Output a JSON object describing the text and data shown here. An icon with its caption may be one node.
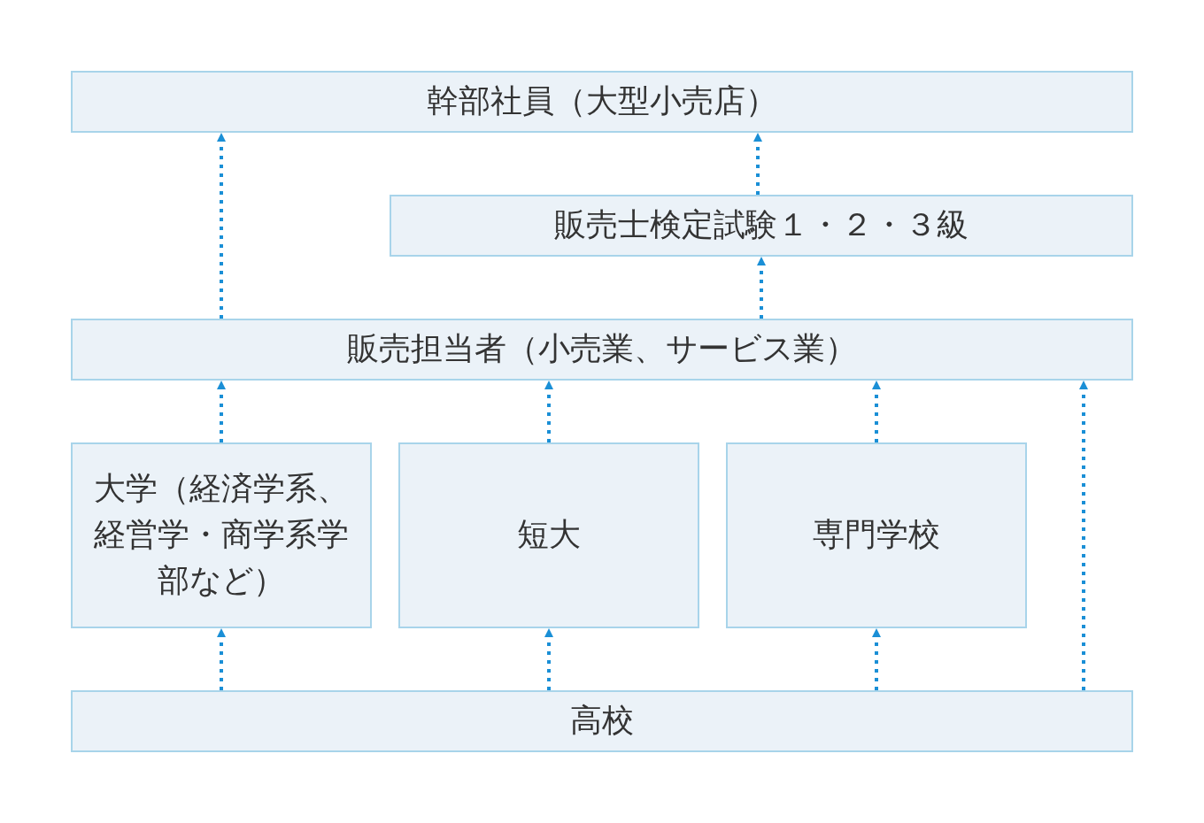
{
  "diagram": {
    "nodes": [
      {
        "text": [
          "幹部社員（大型小売店）"
        ]
      },
      {
        "text": [
          "販売士検定試験１・２・３級"
        ]
      },
      {
        "text": [
          "販売担当者（小売業、サービス業）"
        ]
      },
      {
        "text": [
          "大学（経済学系、経営学・商学系学部など）"
        ]
      },
      {
        "text": [
          "短大"
        ]
      },
      {
        "text": [
          "専門学校"
        ]
      },
      {
        "text": [
          "高校"
        ]
      }
    ],
    "edges": [
      {
        "from": 2,
        "to": 0,
        "arrow": "to",
        "style": "dashed"
      },
      {
        "from": 1,
        "to": 0,
        "arrow": "to",
        "style": "dashed"
      },
      {
        "from": 2,
        "to": 1,
        "arrow": "to",
        "style": "dashed"
      },
      {
        "from": 3,
        "to": 2,
        "arrow": "to",
        "style": "dashed"
      },
      {
        "from": 4,
        "to": 2,
        "arrow": "to",
        "style": "dashed"
      },
      {
        "from": 5,
        "to": 2,
        "arrow": "to",
        "style": "dashed"
      },
      {
        "from": 6,
        "to": 3,
        "arrow": "to",
        "style": "dashed"
      },
      {
        "from": 6,
        "to": 4,
        "arrow": "to",
        "style": "dashed"
      },
      {
        "from": 6,
        "to": 5,
        "arrow": "to",
        "style": "dashed"
      },
      {
        "from": 6,
        "to": 2,
        "arrow": "to",
        "style": "dashed"
      }
    ]
  }
}
